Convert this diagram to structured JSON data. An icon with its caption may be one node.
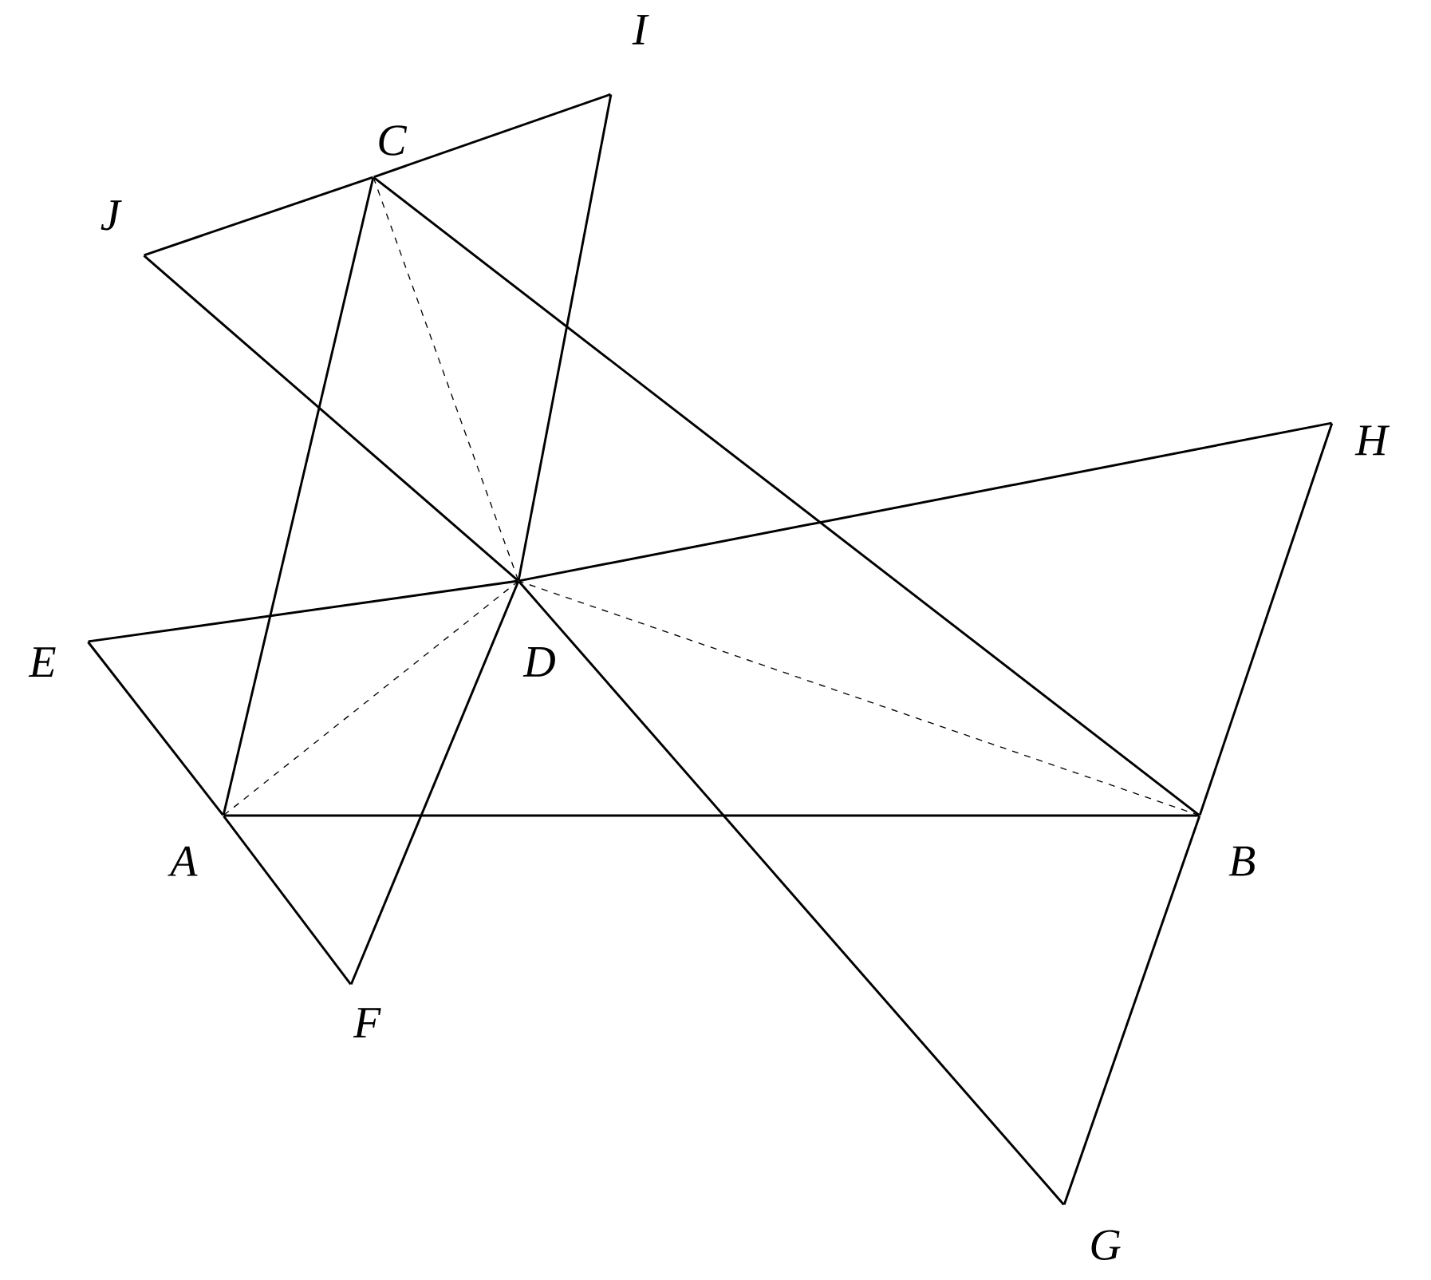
{
  "diagram": {
    "nodes": [
      {
        "text": [
          "A"
        ]
      },
      {
        "text": [
          "B"
        ]
      },
      {
        "text": [
          "C"
        ]
      },
      {
        "text": [
          "D"
        ]
      },
      {
        "text": [
          "E"
        ]
      },
      {
        "text": [
          "F"
        ]
      },
      {
        "text": [
          "G"
        ]
      },
      {
        "text": [
          "H"
        ]
      },
      {
        "text": [
          "I"
        ]
      },
      {
        "text": [
          "J"
        ]
      }
    ],
    "edges": [
      {
        "from": 4,
        "to": 0,
        "arrow": "none"
      },
      {
        "from": 0,
        "to": 5,
        "arrow": "none"
      },
      {
        "from": 9,
        "to": 2,
        "arrow": "none"
      },
      {
        "from": 2,
        "to": 8,
        "arrow": "none"
      },
      {
        "from": 7,
        "to": 1,
        "arrow": "none"
      },
      {
        "from": 1,
        "to": 6,
        "arrow": "none"
      },
      {
        "from": 0,
        "to": 1,
        "arrow": "none"
      },
      {
        "from": 0,
        "to": 2,
        "arrow": "none"
      },
      {
        "from": 2,
        "to": 1,
        "arrow": "none"
      },
      {
        "from": 4,
        "to": 3,
        "arrow": "none"
      },
      {
        "from": 3,
        "to": 7,
        "arrow": "none"
      },
      {
        "from": 9,
        "to": 3,
        "arrow": "none"
      },
      {
        "from": 3,
        "to": 6,
        "arrow": "none"
      },
      {
        "from": 5,
        "to": 3,
        "arrow": "none"
      },
      {
        "from": 3,
        "to": 8,
        "arrow": "none"
      },
      {
        "from": 2,
        "to": 3,
        "arrow": "none",
        "style": "dashed"
      },
      {
        "from": 0,
        "to": 3,
        "arrow": "none",
        "style": "dashed"
      },
      {
        "from": 1,
        "to": 3,
        "arrow": "none",
        "style": "dashed"
      }
    ]
  }
}
